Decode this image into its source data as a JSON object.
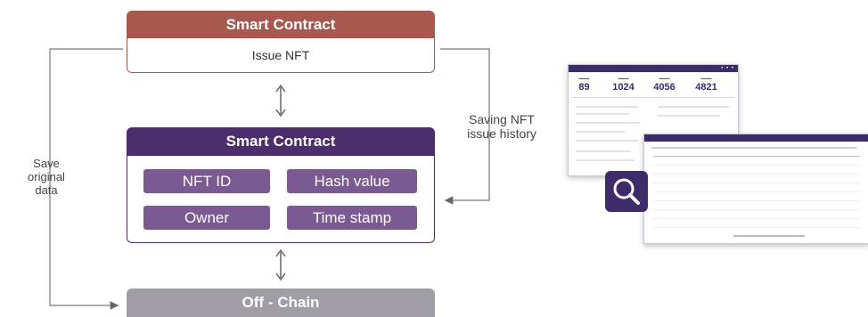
{
  "top_block": {
    "title": "Smart Contract",
    "body": "Issue NFT"
  },
  "middle_block": {
    "title": "Smart Contract",
    "fields": [
      "NFT ID",
      "Hash value",
      "Owner",
      "Time stamp"
    ]
  },
  "bottom_block": {
    "title": "Off - Chain"
  },
  "labels": {
    "left": [
      "Save",
      "original",
      "data"
    ],
    "right": [
      "Saving NFT",
      "issue history"
    ]
  },
  "dashboard": {
    "stats": [
      "89",
      "1024",
      "4056",
      "4821"
    ]
  },
  "colors": {
    "top_header": "#a95850",
    "middle_header": "#4b2e6b",
    "chip": "#7b5a91",
    "bottom_header": "#a09ea4",
    "search_icon_bg": "#3c2c69"
  }
}
